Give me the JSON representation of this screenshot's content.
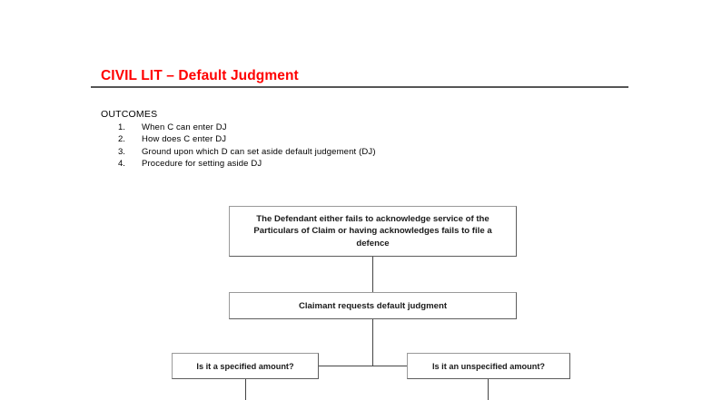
{
  "document": {
    "title": "CIVIL LIT – Default Judgment",
    "outcomes_heading": "OUTCOMES",
    "outcomes": [
      {
        "number": "1.",
        "text": "When C can enter DJ"
      },
      {
        "number": "2.",
        "text": "How does C enter DJ"
      },
      {
        "number": "3.",
        "text": "Ground upon which D can set aside default judgement (DJ)"
      },
      {
        "number": "4.",
        "text": "Procedure for setting aside DJ"
      }
    ]
  },
  "flowchart": {
    "nodes": [
      {
        "id": "defendant-fails",
        "text": "The Defendant either fails to acknowledge service of the Particulars of Claim or having acknowledges fails to file a defence"
      },
      {
        "id": "claimant-requests",
        "text": "Claimant requests default judgment"
      },
      {
        "id": "specified-amount",
        "text": "Is it a specified amount?"
      },
      {
        "id": "unspecified-amount",
        "text": "Is it an unspecified amount?"
      }
    ]
  },
  "colors": {
    "title": "#FF0000",
    "rule": "#555555",
    "box_border": "#5d5d5d",
    "connector": "#444444",
    "body_text": "#000000",
    "page_background": "#FFFFFF"
  }
}
